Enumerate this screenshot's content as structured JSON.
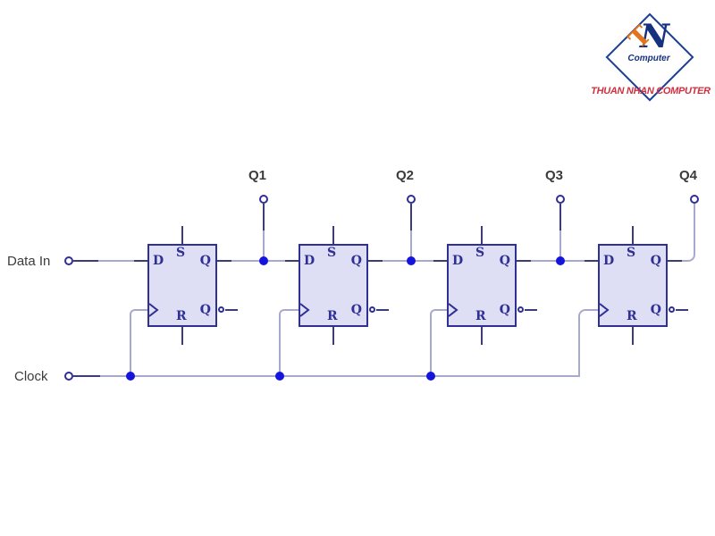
{
  "diagram": {
    "type": "logic-circuit",
    "description": "4-bit serial-in shift register made of D flip-flops",
    "inputs": {
      "data_in": "Data In",
      "clock": "Clock"
    },
    "outputs": [
      "Q1",
      "Q2",
      "Q3",
      "Q4"
    ],
    "flipflop_pins": {
      "d": "D",
      "set": "S",
      "q": "Q",
      "reset": "R",
      "q_inverted": "Q"
    },
    "colors": {
      "flipflop_fill": "#dedef5",
      "flipflop_border": "#2f2f94",
      "wire_dark": "#3c3c78",
      "wire_light": "#a9a9ce",
      "junction_dot": "#1414dd",
      "label_text": "#3b3b3b"
    }
  },
  "logo": {
    "monogram_t": "T",
    "monogram_n": "N",
    "name": "Computer",
    "caption": "THUAN NHAN COMPUTER",
    "colors": {
      "navy": "#16327e",
      "orange": "#e5731a",
      "red": "#d12f3f"
    }
  }
}
